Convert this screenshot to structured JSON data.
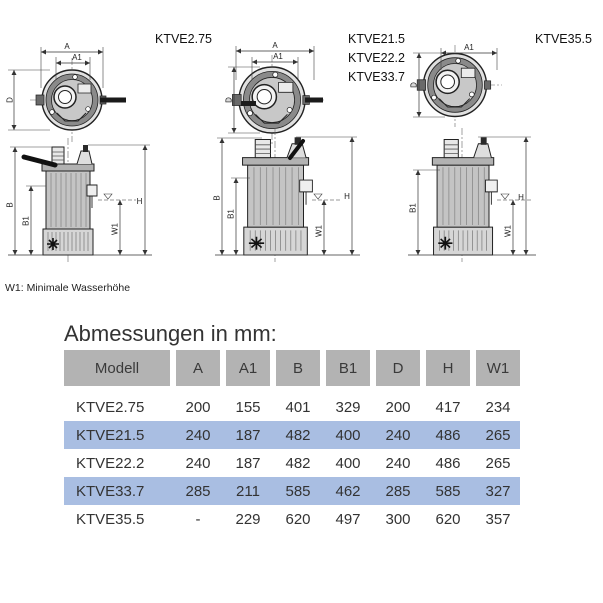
{
  "drawings": [
    {
      "models": [
        "KTVE2.75"
      ],
      "top_view": {
        "a": "A",
        "a1": "A1",
        "d": "D"
      },
      "side_view": {
        "b": "B",
        "b1": "B1",
        "h": "H",
        "w1": "W1"
      }
    },
    {
      "models": [
        "KTVE21.5",
        "KTVE22.2",
        "KTVE33.7"
      ],
      "top_view": {
        "a": "A",
        "a1": "A1",
        "d": "D"
      },
      "side_view": {
        "b": "B",
        "b1": "B1",
        "h": "H",
        "w1": "W1"
      }
    },
    {
      "models": [
        "KTVE35.5"
      ],
      "top_view": {
        "a1": "A1",
        "d": "D"
      },
      "side_view": {
        "b1": "B1",
        "h": "H",
        "w1": "W1"
      }
    }
  ],
  "note": "W1: Minimale Wasserhöhe",
  "table": {
    "title": "Abmessungen in mm:",
    "columns": [
      "Modell",
      "A",
      "A1",
      "B",
      "B1",
      "D",
      "H",
      "W1"
    ],
    "rows": [
      [
        "KTVE2.75",
        "200",
        "155",
        "401",
        "329",
        "200",
        "417",
        "234"
      ],
      [
        "KTVE21.5",
        "240",
        "187",
        "482",
        "400",
        "240",
        "486",
        "265"
      ],
      [
        "KTVE22.2",
        "240",
        "187",
        "482",
        "400",
        "240",
        "486",
        "265"
      ],
      [
        "KTVE33.7",
        "285",
        "211",
        "585",
        "462",
        "285",
        "585",
        "327"
      ],
      [
        "KTVE35.5",
        "-",
        "229",
        "620",
        "497",
        "300",
        "620",
        "357"
      ]
    ]
  },
  "colors": {
    "header_bg": "#b3b3b3",
    "row_highlight": "#a9bee2",
    "text": "#333333"
  }
}
